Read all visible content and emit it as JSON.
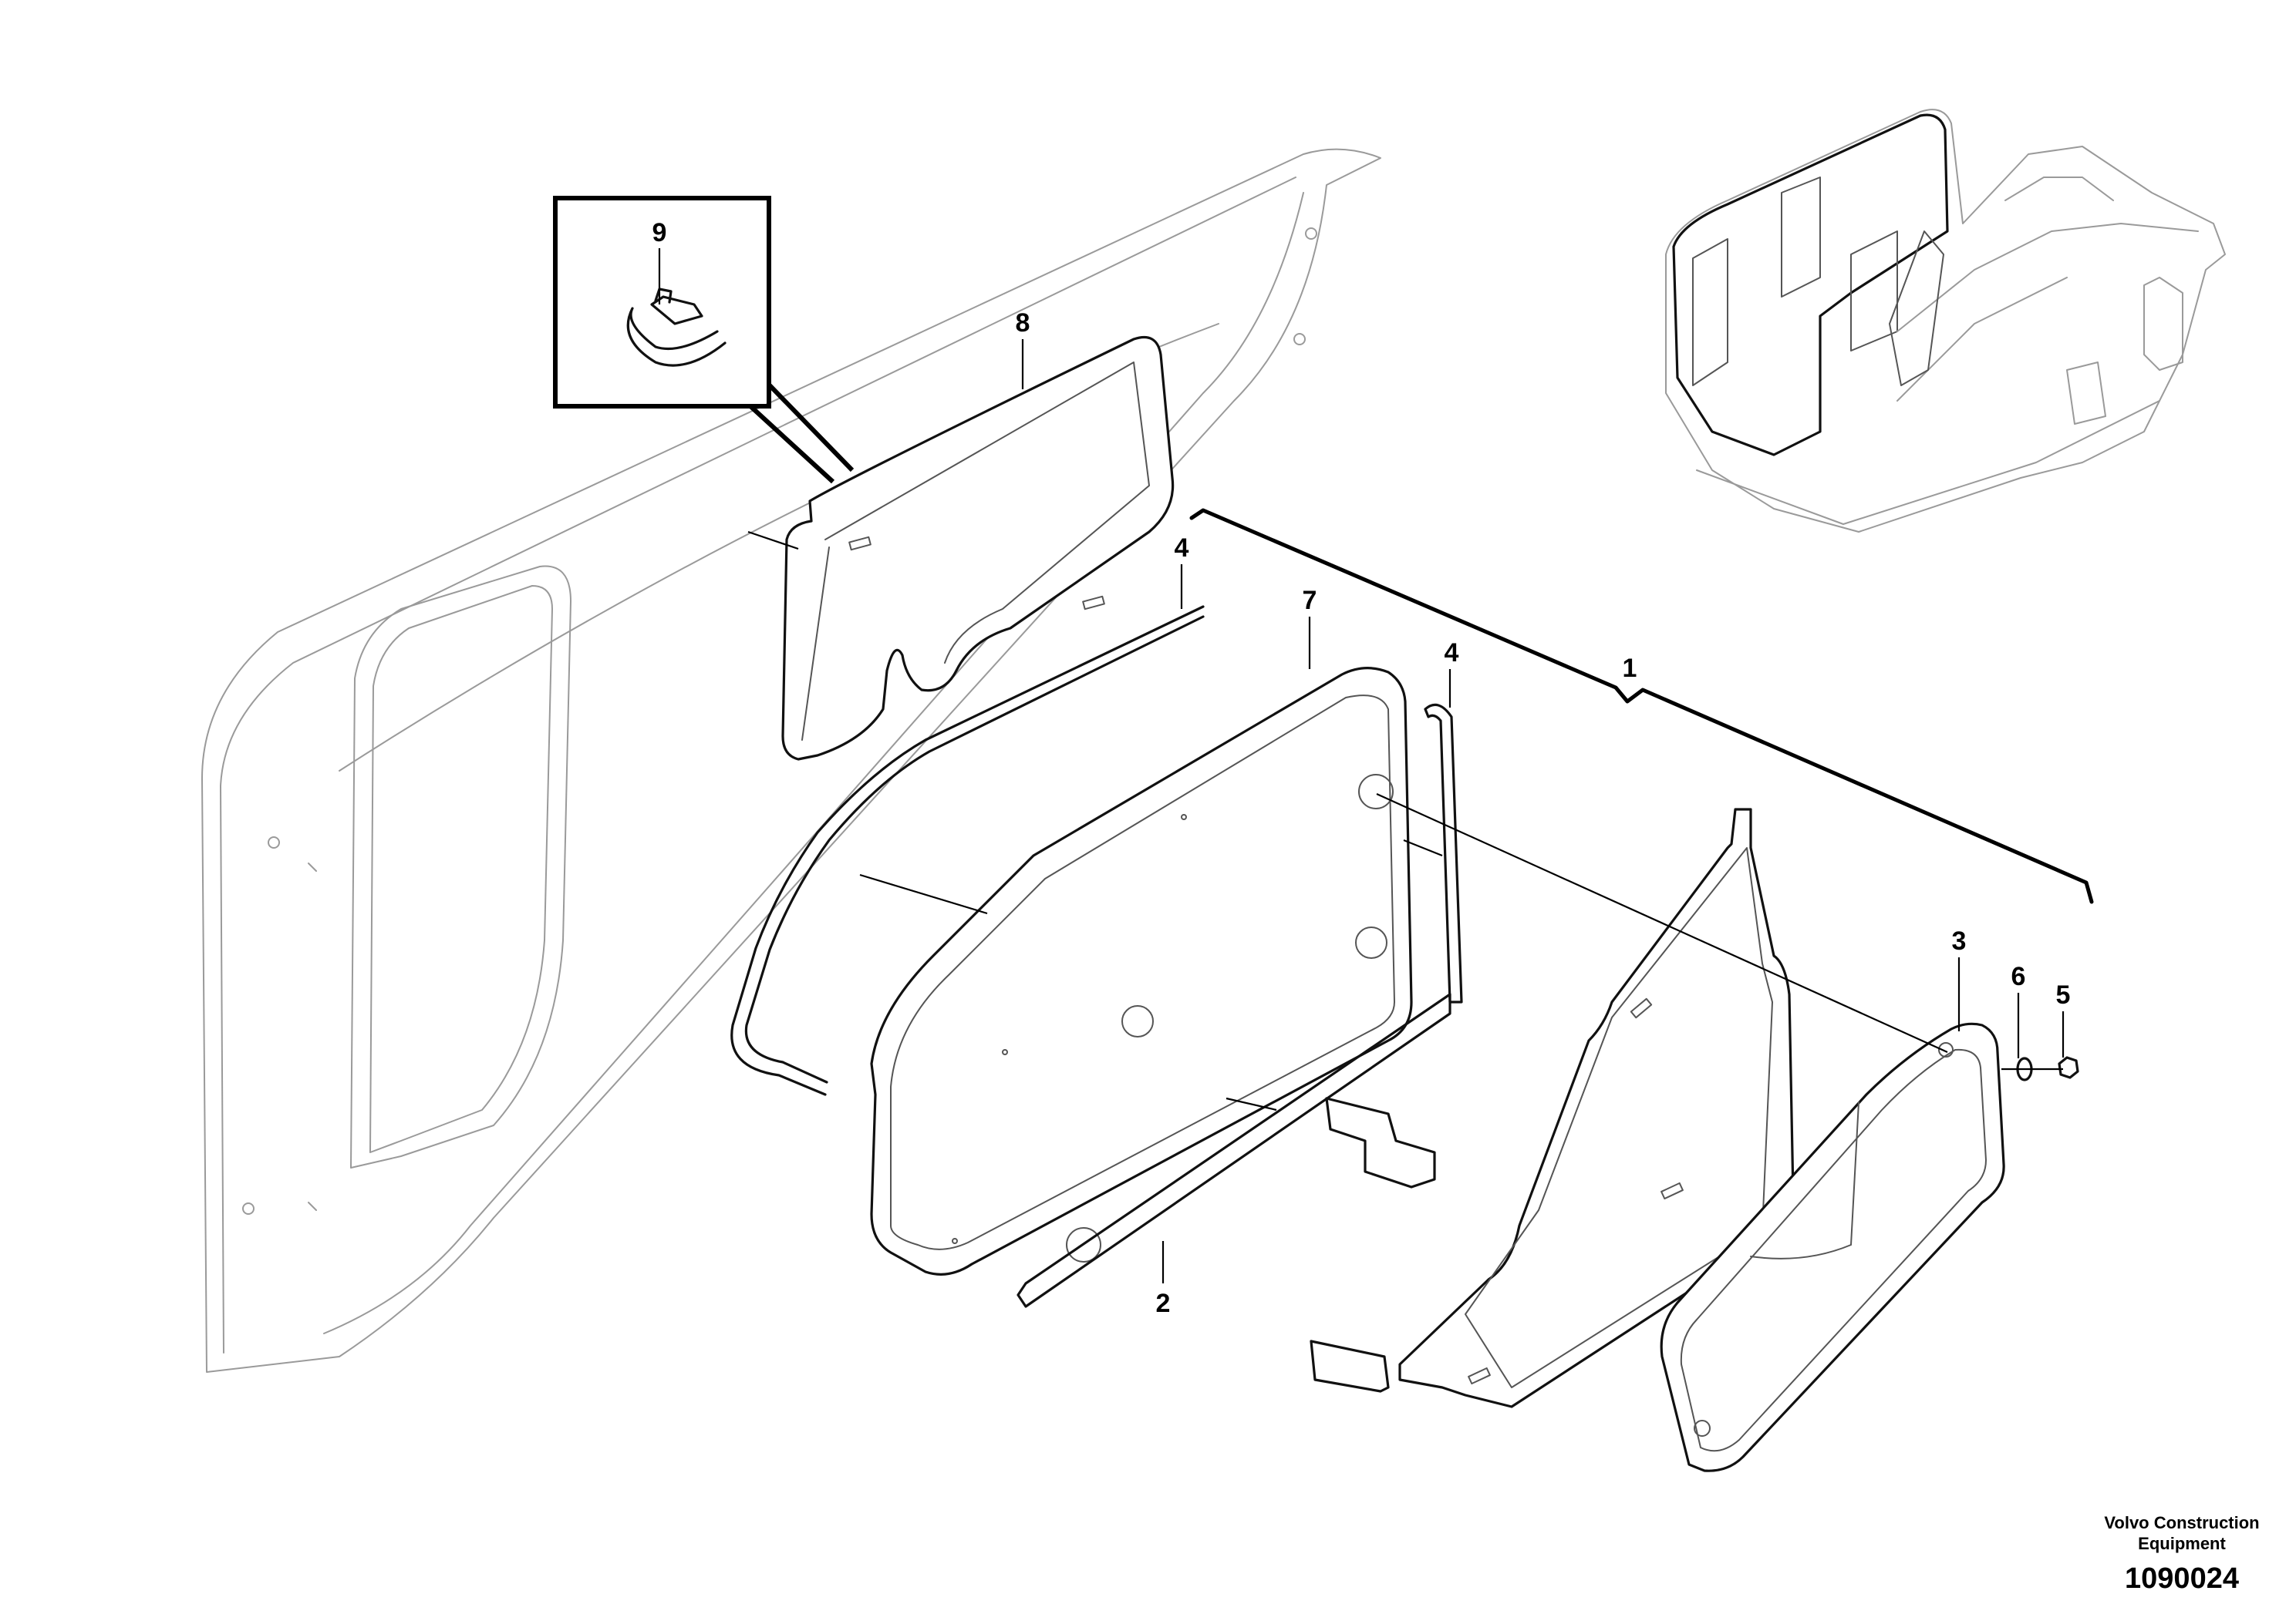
{
  "callouts": {
    "c1": "1",
    "c2": "2",
    "c3": "3",
    "c4a": "4",
    "c4b": "4",
    "c5": "5",
    "c6": "6",
    "c7": "7",
    "c8": "8",
    "c9": "9"
  },
  "footer": {
    "brand_line1": "Volvo Construction",
    "brand_line2": "Equipment",
    "illustration_number": "1090024"
  }
}
